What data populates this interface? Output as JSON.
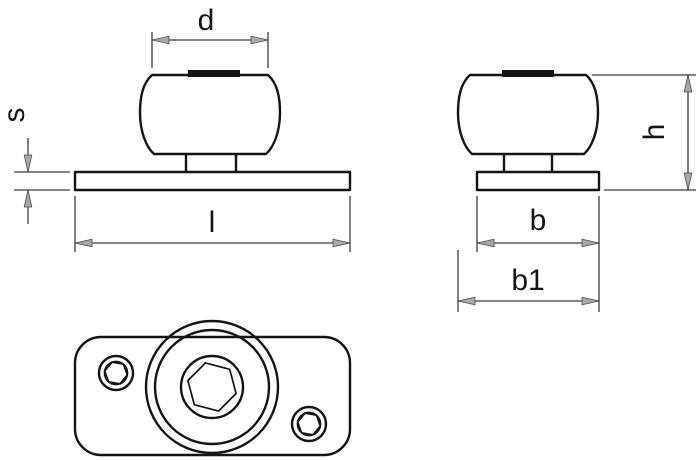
{
  "drawing": {
    "labels": {
      "d": "d",
      "s": "s",
      "l": "l",
      "h": "h",
      "b": "b",
      "b1": "b1"
    },
    "colors": {
      "outline": "#141414",
      "dimension_line": "#3d3d3d",
      "arrow_fill": "#a9a9a9",
      "background": "#ffffff"
    }
  }
}
